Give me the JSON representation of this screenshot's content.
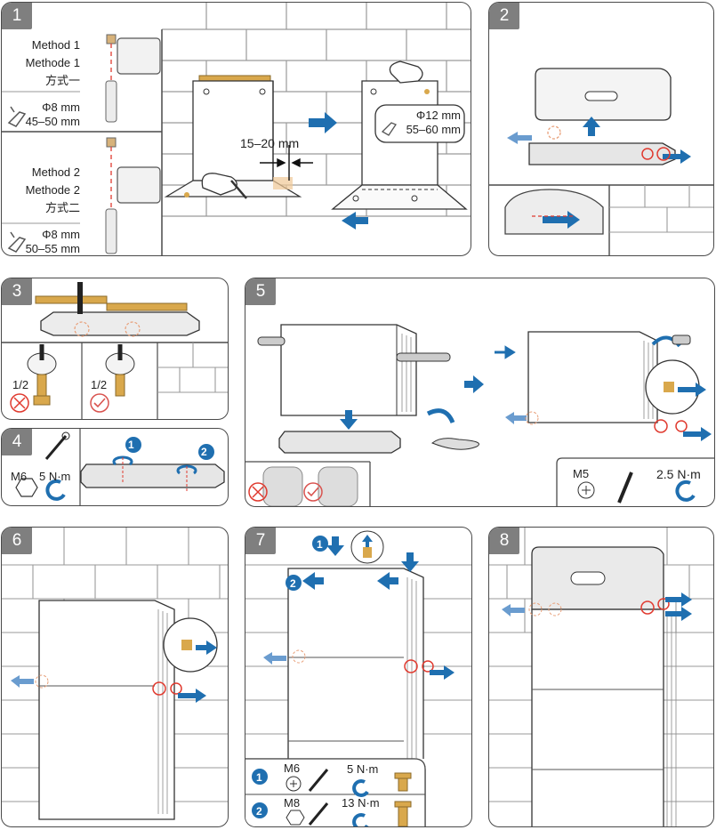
{
  "steps": {
    "s1": "1",
    "s2": "2",
    "s3": "3",
    "s4": "4",
    "s5": "5",
    "s6": "6",
    "s7": "7",
    "s8": "8"
  },
  "step1": {
    "method1_en": "Method 1",
    "method1_de": "Methode 1",
    "method1_cn": "方式一",
    "drill1_dia": "Φ8 mm",
    "drill1_depth": "45–50 mm",
    "method2_en": "Method 2",
    "method2_de": "Methode 2",
    "method2_cn": "方式二",
    "drill2_dia": "Φ8 mm",
    "drill2_depth": "50–55 mm",
    "gap": "15–20 mm",
    "drill3_dia": "Φ12 mm",
    "drill3_depth": "55–60 mm"
  },
  "step3": {
    "half_left": "1/2",
    "half_right": "1/2"
  },
  "step4": {
    "screw": "M6",
    "torque": "5 N·m",
    "mark1": "1",
    "mark2": "2"
  },
  "step5": {
    "screw": "M5",
    "torque": "2.5 N·m"
  },
  "step7": {
    "mark1": "1",
    "mark2": "2",
    "row1_screw": "M6",
    "row1_torque": "5 N·m",
    "row1_mark": "1",
    "row2_screw": "M8",
    "row2_torque": "13 N·m",
    "row2_mark": "2"
  },
  "colors": {
    "arrow": "#1f6fb0",
    "arrow_light": "#6a9ccf",
    "warn": "#e03a2f",
    "ok": "#d9534f",
    "level": "#d9a84c"
  }
}
